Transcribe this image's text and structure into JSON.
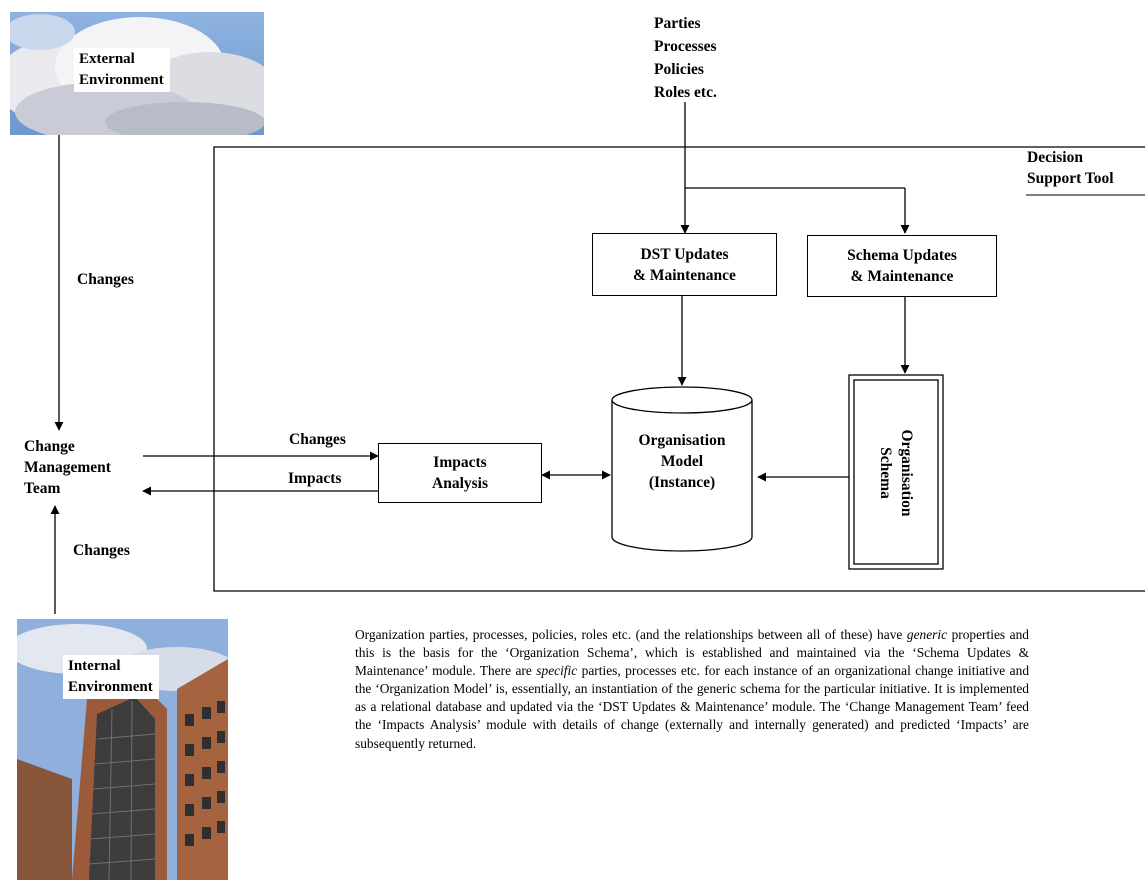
{
  "external_environment": {
    "line1": "External",
    "line2": "Environment"
  },
  "internal_environment": {
    "line1": "Internal",
    "line2": "Environment"
  },
  "inputs": {
    "line1": "Parties",
    "line2": "Processes",
    "line3": "Policies",
    "line4": "Roles etc."
  },
  "decision_support_tool": {
    "line1": "Decision",
    "line2": "Support Tool"
  },
  "dst_updates": {
    "line1": "DST Updates",
    "line2": "& Maintenance"
  },
  "schema_updates": {
    "line1": "Schema Updates",
    "line2": "& Maintenance"
  },
  "organisation_model": {
    "line1": "Organisation",
    "line2": "Model",
    "line3": "(Instance)"
  },
  "organisation_schema": {
    "line1": "Organisation",
    "line2": "Schema"
  },
  "impacts_analysis": {
    "line1": "Impacts",
    "line2": "Analysis"
  },
  "change_management_team": {
    "line1": "Change",
    "line2": "Management",
    "line3": "Team"
  },
  "edge_labels": {
    "changes_external": "Changes",
    "changes_internal": "Changes",
    "changes_to_analysis": "Changes",
    "impacts_returned": "Impacts"
  },
  "description": {
    "p1": "Organization parties, processes, policies, roles etc. (and the relationships between all of these) have ",
    "generic": "generic",
    "p2": " properties and this is the basis for the ‘Organization Schema’, which is established and maintained via the ‘Schema Updates & Maintenance’ module. There are ",
    "specific": "specific",
    "p3": " parties, processes etc. for each instance of an organizational change initiative and the ‘Organization Model’ is, essentially, an instantiation of the generic schema for the particular initiative. It is implemented as a relational database and updated via the ‘DST Updates & Maintenance’ module. The ‘Change Management Team’ feed the ‘Impacts Analysis’ module with details of change (externally and internally generated) and predicted ‘Impacts’ are subsequently returned."
  },
  "colors": {
    "line": "#000000",
    "sky": "#7da7d9",
    "cloud": "#f2f2f2",
    "building_brick": "#9b5a3a",
    "building_window": "#3a3a3a"
  },
  "icons": [
    "cloud-picture",
    "building-picture",
    "arrowhead"
  ]
}
